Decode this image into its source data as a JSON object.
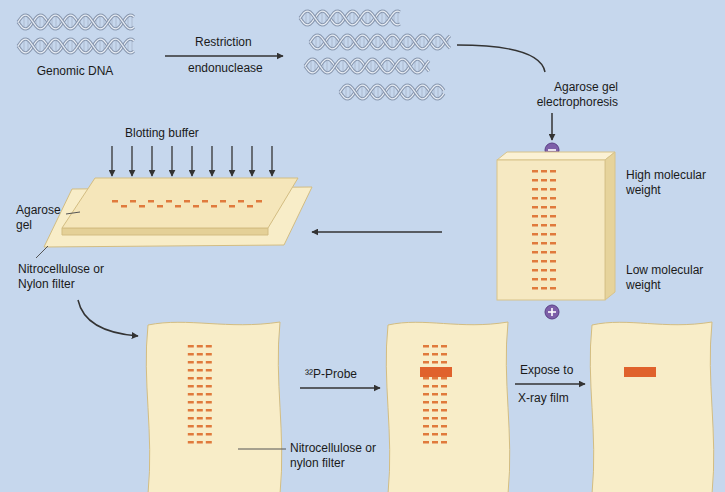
{
  "diagram": {
    "labels": [
      "Genomic DNA",
      "Restriction",
      "endonuclease",
      "Agarose gel electrophoresis",
      "High molecular weight",
      "Low molecular weight",
      "Blotting buffer",
      "Agarose gel",
      "Nitrocellulose or Nylon filter",
      "³²P-Probe",
      "Expose to",
      "X-ray film",
      "Nitrocellulose or nylon filter"
    ]
  }
}
